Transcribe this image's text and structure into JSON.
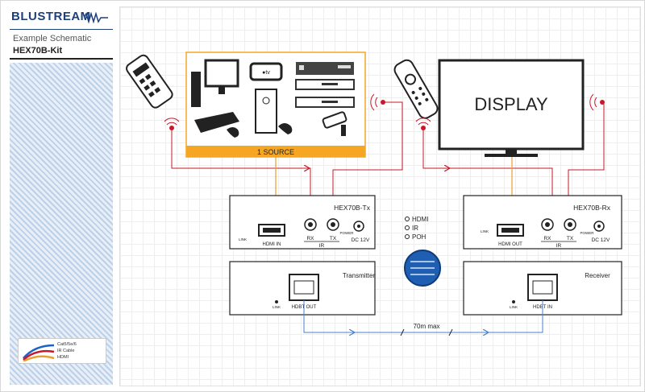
{
  "brand": {
    "name": "BLUSTREAM"
  },
  "title": "Example Schematic",
  "model": "HEX70B-Kit",
  "legend": {
    "items": [
      {
        "label": "Cat5/5e/6",
        "color": "#1e63c4"
      },
      {
        "label": "IR Cable",
        "color": "#c8182a"
      },
      {
        "label": "HDMI",
        "color": "#e8a030"
      }
    ]
  },
  "source": {
    "label": "1 SOURCE",
    "color": "#f5a623"
  },
  "display": {
    "label": "DISPLAY"
  },
  "legend_signals": {
    "hdmi": "HDMI",
    "ir": "IR",
    "poh": "POH"
  },
  "tx": {
    "name": "HEX70B-Tx",
    "link": "LINK",
    "hdmi": "HDMI IN",
    "rx": "RX",
    "tx_label": "TX",
    "ir": "IR",
    "power": "POWER",
    "dc": "DC 12V",
    "role": "Transmitter",
    "hdbt": "HDBT OUT"
  },
  "rx": {
    "name": "HEX70B-Rx",
    "link": "LINK",
    "hdmi": "HDMI OUT",
    "rx": "RX",
    "tx_label": "TX",
    "ir": "IR",
    "power": "POWER",
    "dc": "DC 12V",
    "role": "Receiver",
    "hdbt": "HDBT IN"
  },
  "distance": "70m max",
  "colors": {
    "ir": "#c8182a",
    "hdmi": "#e8a030",
    "cat": "#4a7fd0",
    "brand": "#1d3f7a"
  }
}
